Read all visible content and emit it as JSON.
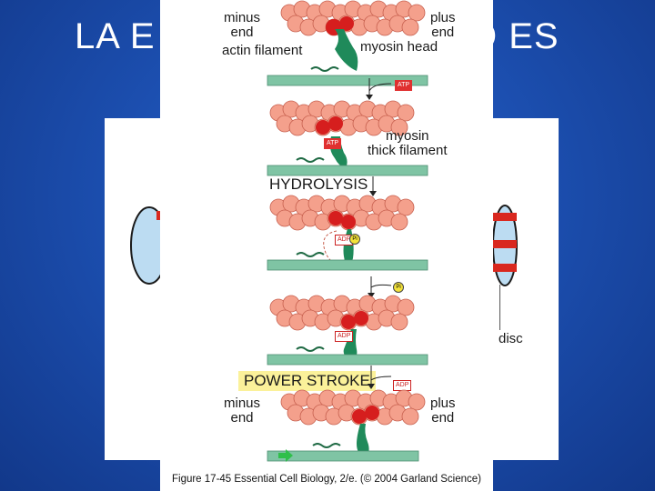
{
  "slide": {
    "title_left": "LA E",
    "title_right": "O ES",
    "disc_label": "disc"
  },
  "figure": {
    "label_minus_end_top": "minus\nend",
    "label_plus_end_top": "plus\nend",
    "label_actin_filament": "actin filament",
    "label_myosin_head": "myosin head",
    "tag_atp_1": "ATP",
    "label_myosin_thick": "myosin\nthick filament",
    "tag_atp_2": "ATP",
    "label_hydrolysis": "HYDROLYSIS",
    "tag_adp_1": "ADP",
    "pi_1": "Pi",
    "pi_2": "Pi",
    "tag_adp_2": "ADP",
    "label_power_stroke": "POWER STROKE",
    "tag_adp_3": "ADP",
    "label_minus_end_bottom": "minus\nend",
    "label_plus_end_bottom": "plus\nend",
    "caption": "Figure 17-45  Essential Cell Biology, 2/e. (© 2004 Garland Science)"
  },
  "colors": {
    "actin_bead": "#f4a08c",
    "actin_bead_dark": "#e07462",
    "actin_red": "#d61e1e",
    "myosin": "#1f8a5a",
    "thick_filament": "#7fc4a4",
    "background_blue": "#1c4fb0"
  }
}
